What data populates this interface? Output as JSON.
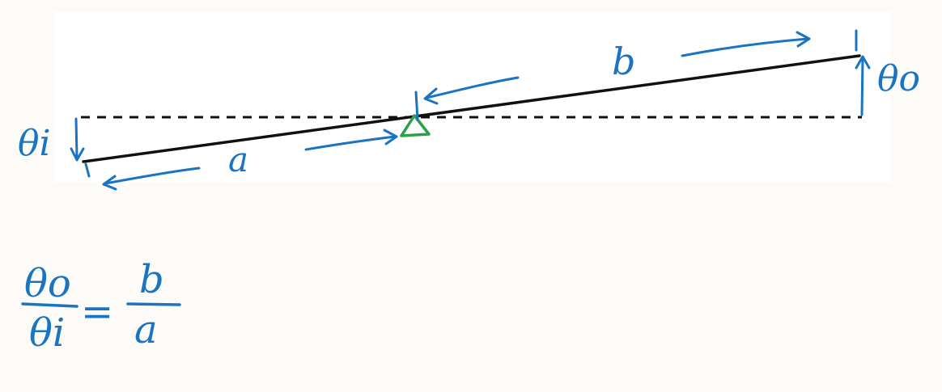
{
  "diagram": {
    "labels": {
      "theta_i": "θi",
      "theta_o": "θo",
      "arm_a": "a",
      "arm_b": "b"
    },
    "equation": {
      "numerator_left": "θo",
      "denominator_left": "θi",
      "equals": "=",
      "numerator_right": "b",
      "denominator_right": "a"
    }
  },
  "colors": {
    "ink_blue": "#1a74c2",
    "lever_black": "#111111",
    "fulcrum_green": "#2aa14a",
    "panel_white": "#ffffff",
    "page_background": "#fcfbf8"
  }
}
